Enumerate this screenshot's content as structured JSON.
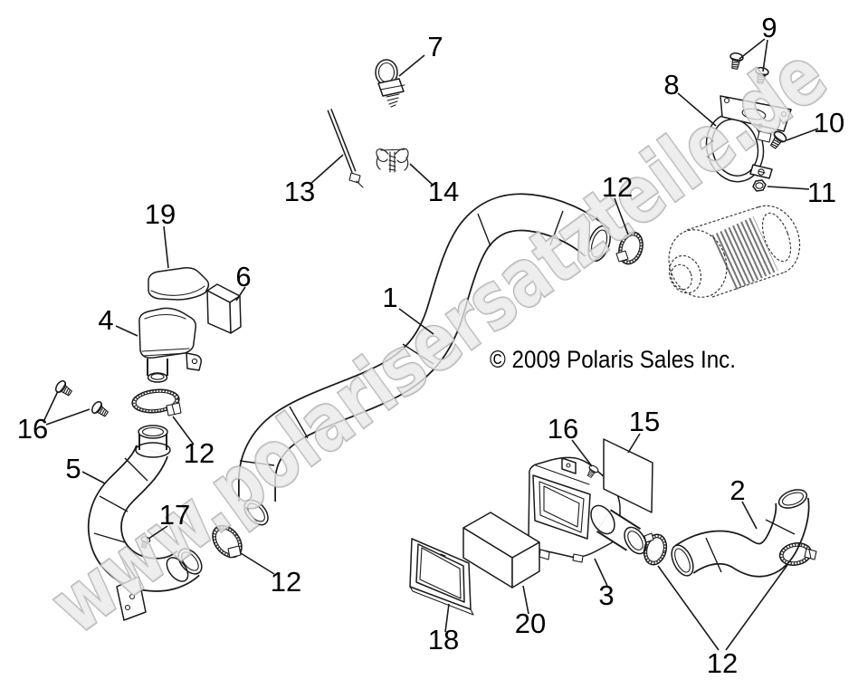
{
  "page": {
    "background": "#ffffff"
  },
  "colors": {
    "line": "#1a1a1a",
    "text": "#000000",
    "watermark_fill": "#e9e9e9",
    "watermark_stroke": "#a8a8a8",
    "background": "#ffffff"
  },
  "watermark": {
    "text": "www.polarisersatzteile.de"
  },
  "copyright": {
    "text": "© 2009 Polaris Sales Inc."
  },
  "callouts": {
    "n1": {
      "label": "1"
    },
    "n2": {
      "label": "2"
    },
    "n3": {
      "label": "3"
    },
    "n4": {
      "label": "4"
    },
    "n5": {
      "label": "5"
    },
    "n6": {
      "label": "6"
    },
    "n7": {
      "label": "7"
    },
    "n8": {
      "label": "8"
    },
    "n9": {
      "label": "9"
    },
    "n10": {
      "label": "10"
    },
    "n11": {
      "label": "11"
    },
    "n12a": {
      "label": "12"
    },
    "n12b": {
      "label": "12"
    },
    "n12c": {
      "label": "12"
    },
    "n12d": {
      "label": "12"
    },
    "n13": {
      "label": "13"
    },
    "n14": {
      "label": "14"
    },
    "n15": {
      "label": "15"
    },
    "n16a": {
      "label": "16"
    },
    "n16b": {
      "label": "16"
    },
    "n17": {
      "label": "17"
    },
    "n18": {
      "label": "18"
    },
    "n19": {
      "label": "19"
    },
    "n20": {
      "label": "20"
    }
  }
}
